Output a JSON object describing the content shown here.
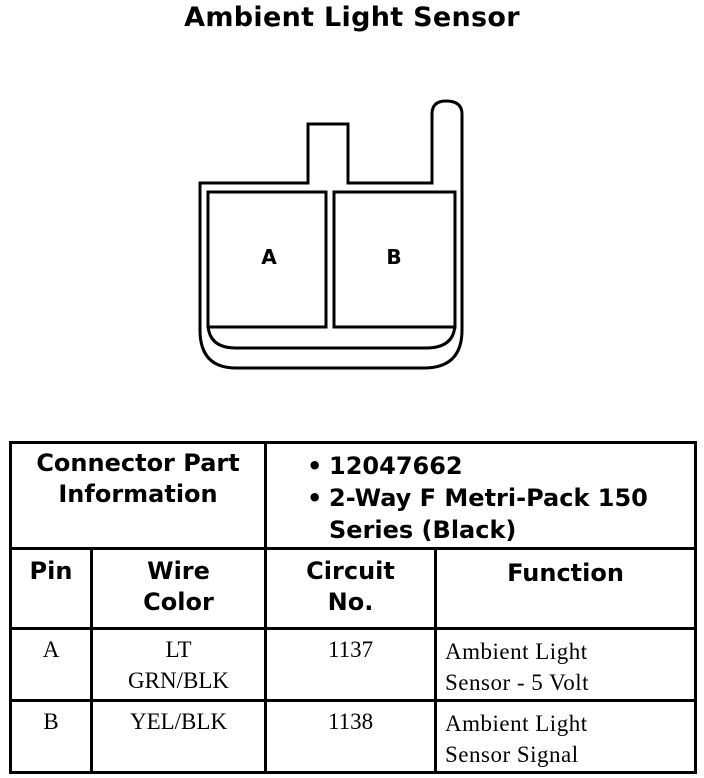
{
  "title": "Ambient Light Sensor",
  "connector": {
    "pins": [
      "A",
      "B"
    ]
  },
  "part_info": {
    "label_line1": "Connector Part",
    "label_line2": "Information",
    "bullet": "•",
    "part_number": "12047662",
    "description_line1": "2-Way F Metri-Pack 150",
    "description_line2": "Series (Black)"
  },
  "headers": {
    "pin": "Pin",
    "wire_line1": "Wire",
    "wire_line2": "Color",
    "circuit_line1": "Circuit",
    "circuit_line2": "No.",
    "function": "Function"
  },
  "rows": [
    {
      "pin": "A",
      "wire_line1": "LT",
      "wire_line2": "GRN/BLK",
      "circuit": "1137",
      "function_line1": "Ambient Light",
      "function_line2": "Sensor - 5 Volt"
    },
    {
      "pin": "B",
      "wire_line1": "YEL/BLK",
      "wire_line2": "",
      "circuit": "1138",
      "function_line1": "Ambient Light",
      "function_line2": "Sensor Signal"
    }
  ]
}
